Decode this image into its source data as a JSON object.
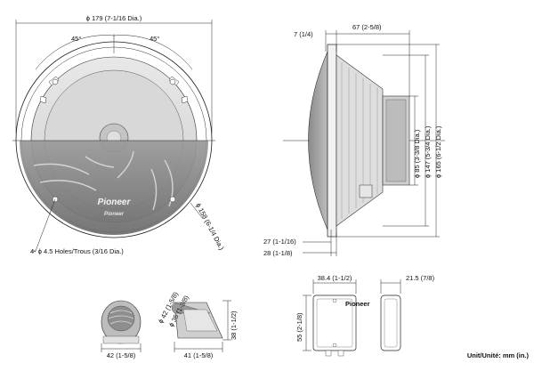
{
  "dimensions": {
    "outer_diameter": "ϕ 179 (7-1/16 Dia.)",
    "angle_left": "45°",
    "angle_right": "45°",
    "holes": "4- ϕ 4.5 Holes/Trous (3/16 Dia.)",
    "cutout": "ϕ 158 (6-1/4 Dia.)",
    "side_top_small": "7 (1/4)",
    "side_top_depth": "67 (2-5/8)",
    "side_d1": "ϕ 85 (3-3/8 Dia.)",
    "side_d2": "ϕ 147 (5-3/4 Dia.)",
    "side_d3": "ϕ 165 (6-1/2 Dia.)",
    "side_bottom1": "27 (1-1/16)",
    "side_bottom2": "28 (1-1/8)",
    "tw_d1": "ϕ 42 (1-5/8)",
    "tw_d2": "ϕ 35 (1-3/8)",
    "tw_w1": "42 (1-5/8)",
    "tw_w2": "41 (1-5/8)",
    "tw_h": "38 (1-1/2)",
    "xo_w": "38.4 (1-1/2)",
    "xo_h": "55 (2-1/8)",
    "xo_d": "21.5 (7/8)",
    "units": "Unit/Unité: mm (in.)"
  },
  "brand": {
    "logo": "Pioneer"
  }
}
